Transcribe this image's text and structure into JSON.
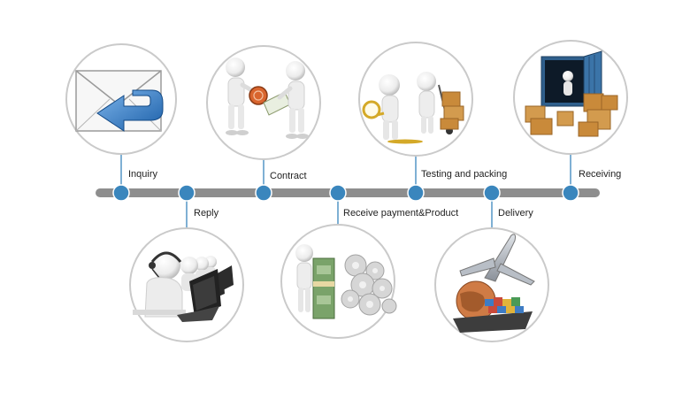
{
  "colors": {
    "timeline": "#8e8e8e",
    "node": "#3a86bd",
    "node_ring": "#ffffff",
    "connector": "#3a86bd",
    "circle_border": "#c8c8c8",
    "circle_fill": "#ffffff",
    "figure": "#f2f2f2",
    "figure_shade": "#c9c9c9",
    "box": "#c98a3a",
    "box_dark": "#9a6426"
  },
  "steps": [
    {
      "label": "Inquiry",
      "icon": "envelope-reply-icon"
    },
    {
      "label": "Reply",
      "icon": "call-center-operators-icon"
    },
    {
      "label": "Contract",
      "icon": "handshake-contract-icon"
    },
    {
      "label": "Receive payment&Product",
      "icon": "money-gears-icon"
    },
    {
      "label": "Testing and packing",
      "icon": "magnifier-boxes-icon"
    },
    {
      "label": "Delivery",
      "icon": "plane-globe-ship-icon"
    },
    {
      "label": "Receiving",
      "icon": "container-boxes-icon"
    }
  ]
}
